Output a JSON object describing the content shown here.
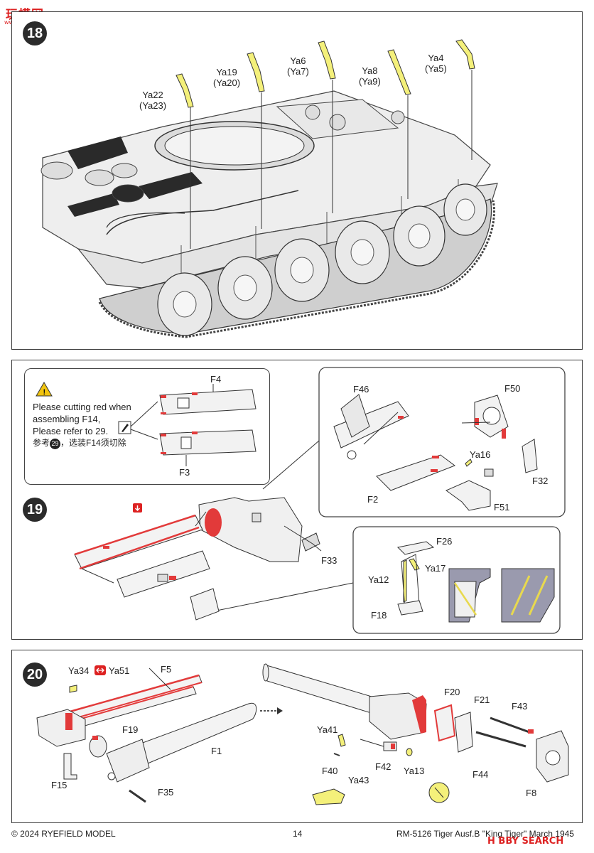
{
  "watermark": {
    "brand": "玩模网",
    "url": "www.shaoxi.cn"
  },
  "step18": {
    "number": "18",
    "parts": [
      {
        "top": "Ya22",
        "bottom": "(Ya23)"
      },
      {
        "top": "Ya19",
        "bottom": "(Ya20)"
      },
      {
        "top": "Ya6",
        "bottom": "(Ya7)"
      },
      {
        "top": "Ya8",
        "bottom": "(Ya9)"
      },
      {
        "top": "Ya4",
        "bottom": "(Ya5)"
      }
    ]
  },
  "step19": {
    "number": "19",
    "note": {
      "line1": "Please cutting red when",
      "line2": "assembling F14,",
      "line3": "Please refer to 29.",
      "cn_prefix": "参考",
      "cn_ref": "29",
      "cn_suffix": "，选装F14须切除"
    },
    "labels": {
      "f4": "F4",
      "f3": "F3",
      "f46": "F46",
      "f50": "F50",
      "ya16": "Ya16",
      "f2": "F2",
      "f32": "F32",
      "f51": "F51",
      "f33": "F33",
      "f26": "F26",
      "ya12": "Ya12",
      "ya17": "Ya17",
      "f18": "F18"
    }
  },
  "step20": {
    "number": "20",
    "labels": {
      "ya34": "Ya34",
      "ya51": "Ya51",
      "f5": "F5",
      "f19": "F19",
      "f1": "F1",
      "f15": "F15",
      "f35": "F35",
      "f20": "F20",
      "f21": "F21",
      "f43": "F43",
      "ya41": "Ya41",
      "f40": "F40",
      "f42": "F42",
      "ya43": "Ya43",
      "ya13": "Ya13",
      "f44": "F44",
      "f8": "F8"
    }
  },
  "footer": {
    "copyright": "© 2024 RYEFIELD MODEL",
    "page": "14",
    "title": "RM-5126 Tiger Ausf.B \"King Tiger\" March 1945",
    "hobby": "H BBY",
    "search": "SEARCH"
  }
}
